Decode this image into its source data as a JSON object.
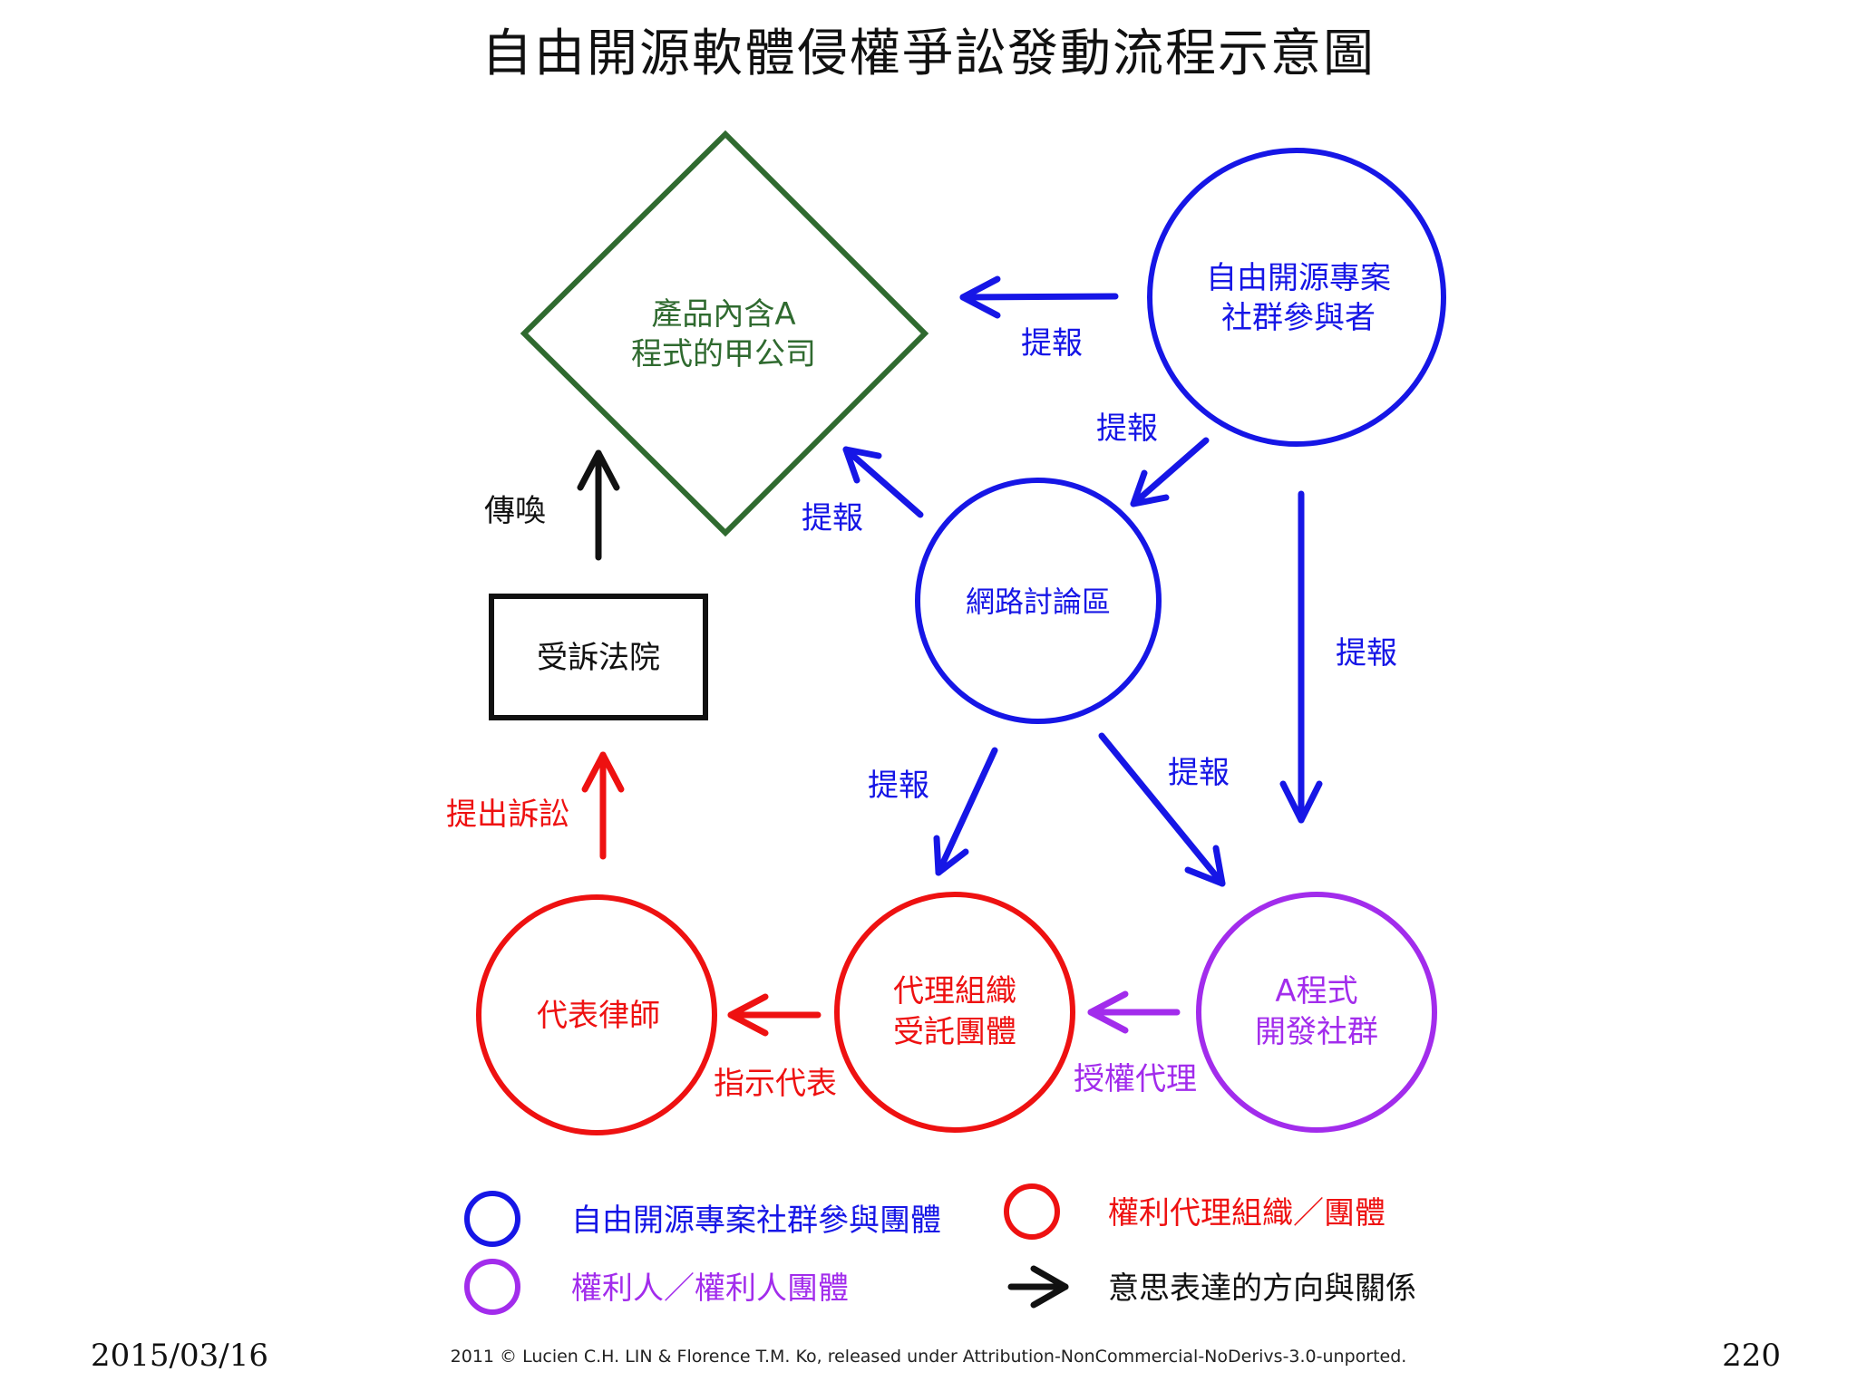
{
  "title": "自由開源軟體侵權爭訟發動流程示意圖",
  "colors": {
    "blue": "#1616e6",
    "red": "#ee1111",
    "purple": "#a22cec",
    "green": "#2f6a2f",
    "black": "#111111"
  },
  "nodes": {
    "company": {
      "line1": "產品內含A",
      "line2": "程式的甲公司"
    },
    "contributors": {
      "line1": "自由開源專案",
      "line2": "社群參與者"
    },
    "forum": {
      "line1": "網路討論區"
    },
    "court": {
      "line1": "受訴法院"
    },
    "lawyer": {
      "line1": "代表律師"
    },
    "agency": {
      "line1": "代理組織",
      "line2": "受託團體"
    },
    "community": {
      "line1": "A程式",
      "line2": "開發社群"
    }
  },
  "edges": {
    "contrib_to_company": "提報",
    "contrib_to_forum": "提報",
    "forum_to_company": "提報",
    "contrib_to_community": "提報",
    "forum_to_agency": "提報",
    "forum_to_community": "提報",
    "court_to_company": "傳喚",
    "lawyer_to_court": "提出訴訟",
    "agency_to_lawyer": "指示代表",
    "community_to_agency": "授權代理"
  },
  "legend": {
    "blue": "自由開源專案社群參與團體",
    "red": "權利代理組織／團體",
    "purple": "權利人／權利人團體",
    "arrow": "意思表達的方向與關係"
  },
  "footer": {
    "date": "2015/03/16",
    "credit": "2011 © Lucien C.H. LIN & Florence T.M. Ko, released under Attribution-NonCommercial-NoDerivs-3.0-unported.",
    "page": "220"
  }
}
